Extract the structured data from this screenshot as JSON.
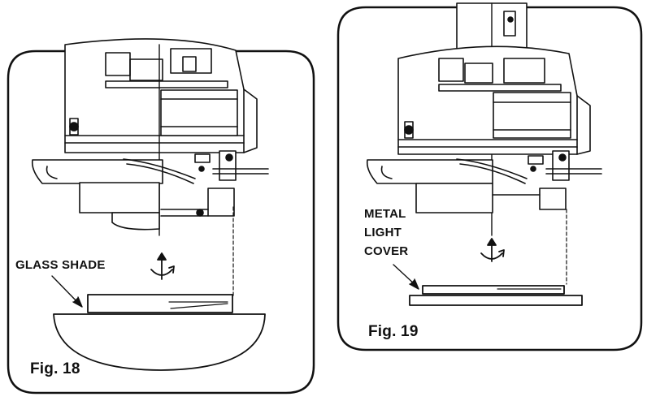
{
  "figures": [
    {
      "caption": "Fig. 18",
      "part_label": "GLASS SHADE"
    },
    {
      "caption": "Fig. 19",
      "part_label_lines": [
        "METAL",
        "LIGHT",
        "COVER"
      ]
    }
  ],
  "colors": {
    "stroke": "#111111",
    "background": "#ffffff"
  },
  "icons": [
    "rotate-arrow-icon"
  ]
}
